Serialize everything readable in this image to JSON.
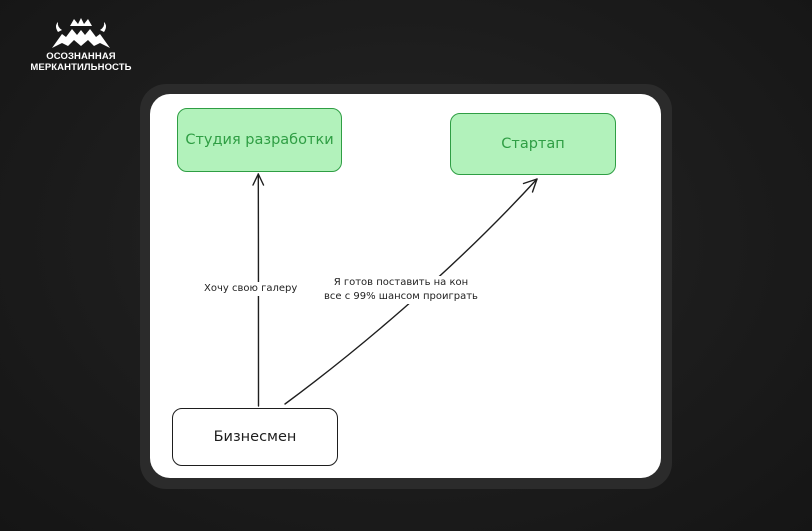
{
  "logo": {
    "icon": "bull-bear-crown-icon",
    "line1": "ОСОЗНАННАЯ",
    "line2": "МЕРКАНТИЛЬНОСТЬ"
  },
  "diagram": {
    "nodes": {
      "studio": "Студия разработки",
      "startup": "Стартап",
      "businessman": "Бизнесмен"
    },
    "edges": {
      "to_studio": "Хочу свою галеру",
      "to_startup_line1": "Я готов поставить на кон",
      "to_startup_line2": "все с 99% шансом проиграть"
    }
  },
  "colors": {
    "background": "#1a1a1a",
    "board": "#ffffff",
    "node_green_fill": "#b2f2bb",
    "node_green_stroke": "#2f9e44",
    "stroke": "#1e1e1e"
  }
}
